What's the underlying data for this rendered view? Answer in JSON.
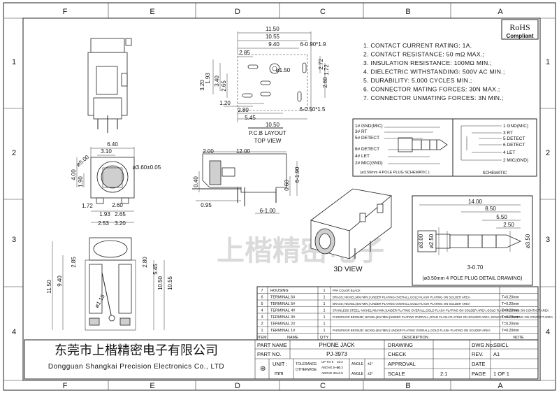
{
  "border": {
    "top_letters": [
      "F",
      "E",
      "D",
      "C",
      "B",
      "A"
    ],
    "bottom_letters": [
      "F",
      "E",
      "D",
      "C",
      "B",
      "A"
    ],
    "left_numbers": [
      "1",
      "2",
      "3",
      "4"
    ],
    "right_numbers": [
      "1",
      "2",
      "3",
      "4"
    ]
  },
  "rohs": {
    "line1": "RoHS",
    "line2": "Compliant"
  },
  "specs": [
    "1. CONTACT CURRENT RATING: 1A.",
    "2. CONTACT RESISTANCE: 50 mΩ MAX.;",
    "3. INSULATION RESISTANCE: 100MΩ MIN.;",
    "4. DIELECTRIC WITHSTANDING: 500V AC MIN.;",
    "5. DURABILITY: 5,000 CYCLES MIN.;",
    "6. CONNECTOR MATING FORCES: 30N   MAX.;",
    "7. CONNECTOR UNMATING FORCES: 3N MIN.;"
  ],
  "top_view": {
    "dims": [
      "11.50",
      "10.55",
      "9.40",
      "2.85",
      "6-0.90*1.9",
      "1.72",
      "ø1.50",
      "3.20",
      "1.93",
      "3.40",
      "2.65",
      "1.20",
      "2.80",
      "5.45",
      "2.60",
      "2.72",
      "6-0.50*1.5",
      "10.50"
    ],
    "label1": "P.C.B LAYOUT",
    "label2": "TOP VIEW"
  },
  "front_view": {
    "dims": [
      "6.40",
      "3.10",
      "ø5.00",
      "ø3.60±0.05",
      "4.00",
      "1.90",
      "1.72",
      "2.60",
      "1.93",
      "2.65",
      "2.53",
      "3.20"
    ]
  },
  "side_view": {
    "dims": [
      "2.00",
      "12.00",
      "0.40",
      "0.60",
      "6-1.90",
      "0.95",
      "6-1.00"
    ]
  },
  "bottom_view": {
    "dims": [
      "2.85",
      "2.80",
      "5.45",
      "11.50",
      "9.40",
      "10.50",
      "10.55",
      "ø1.15"
    ]
  },
  "view_3d_label": "3D VIEW",
  "schematic": {
    "plug_labels": [
      "1# GND(MIC)",
      "3# RT",
      "5# DETECT",
      "6# DETECT",
      "4# LET",
      "2# MIC(GND)"
    ],
    "plug_caption": "(ø3.50mm 4 POLE PLUG SCHEMATIC )",
    "jack_labels": [
      "1 GND(MIC)",
      "3 RT",
      "5 DETECT",
      "6 DETECT",
      "4 LET",
      "2 MIC(GND)"
    ],
    "jack_caption": "SCHEMATIC"
  },
  "plug_detail": {
    "dims": [
      "14.00",
      "8.50",
      "5.50",
      "2.50",
      "ø3.00",
      "ø2.50",
      "ø3.50",
      "3-0.70"
    ],
    "caption": "(ø3.50mm 4 POLE PLUG DETAIL DRAWING)"
  },
  "bom": {
    "rows": [
      {
        "no": "7",
        "part": "HOUSING",
        "qty": "1",
        "desc": "PPA  COLOR BLACK",
        "note": ""
      },
      {
        "no": "6",
        "part": "TERMINAL 6#",
        "qty": "1",
        "desc": "BRASS; NICKEL(40u\"MIN.) UNDER PLATING OVERALL,GOLD FLASH PLATING ON SOLDER AREA",
        "note": "T=0.20mm"
      },
      {
        "no": "5",
        "part": "TERMINAL 5#",
        "qty": "1",
        "desc": "BRASS; NICKEL(40u\"MIN.) UNDER PLATING OVERALL,GOLD FLASH PLATING ON SOLDER AREA",
        "note": "T=0.20mm"
      },
      {
        "no": "4",
        "part": "TERMINAL 4#",
        "qty": "1",
        "desc": "STAINLESS STEEL; NICKEL(40u\"MIN.)UNDER PLATING OVERALL,GOLD FLASH PLATING ON SOLDER AREA ;GOLD FLASH PLATING ON CONTACT AREA",
        "note": "T=0.20mm"
      },
      {
        "no": "3",
        "part": "TERMINAL 3#",
        "qty": "1",
        "desc": "PHOSPHOR BRONZE; NICKEL(40u\"MIN.)UNDER PLATING OVERALL,GOLD FLASH PLATING ON SOLDER AREA ;GOLD FLASH PLATING ON CONTACT AREA",
        "note": "T=0.20mm"
      },
      {
        "no": "2",
        "part": "TERMINAL 2#",
        "qty": "1",
        "desc": "",
        "note": "T=0.20mm"
      },
      {
        "no": "1",
        "part": "TERMINAL 1#",
        "qty": "1",
        "desc": "PHOSPHOR BRONZE; NICKEL(40u\"MIN.) UNDER PLATING OVERALL,GOLD FLASH PLATING ON SOLDER AREA",
        "note": "T=0.20mm"
      }
    ],
    "headers": {
      "item": "ITEM",
      "name": "NAME",
      "qty": "Q'TY",
      "desc": "DESCRIPTION",
      "note": "NOTE"
    }
  },
  "title_block": {
    "company_cn": "东莞市上楷精密电子有限公司",
    "company_en": "Dongguan Shangkai Precision Electronics Co., LTD",
    "part_name_label": "PART NAME",
    "part_name": "PHONE JACK",
    "part_no_label": "PART NO.",
    "part_no": "PJ-3973",
    "unit_label": "UNIT :",
    "unit": "mm",
    "tolerance_label": "TOLERANCE",
    "otherwise_label": "OTHERWISE",
    "tol_rows": [
      "UP TO 5",
      "ABOVE 5~30",
      "ABOVE 30"
    ],
    "tol_vals": [
      "±0.2",
      "±0.3",
      "±0.5"
    ],
    "angle_label": "ANGLE",
    "angle_vals": [
      "±1°",
      "±3°"
    ],
    "drawing_label": "DRAWING",
    "check_label": "CHECK",
    "approval_label": "APPROVAL",
    "scale_label": "SCALE",
    "scale": "2:1",
    "dwg_label": "DWG.No.",
    "dwg_no": "SBICL",
    "rev_label": "REV.",
    "rev": "A1",
    "date_label": "DATE",
    "page_label": "PAGE",
    "page": "1 OF 1"
  },
  "watermark": "上楷精密电子"
}
